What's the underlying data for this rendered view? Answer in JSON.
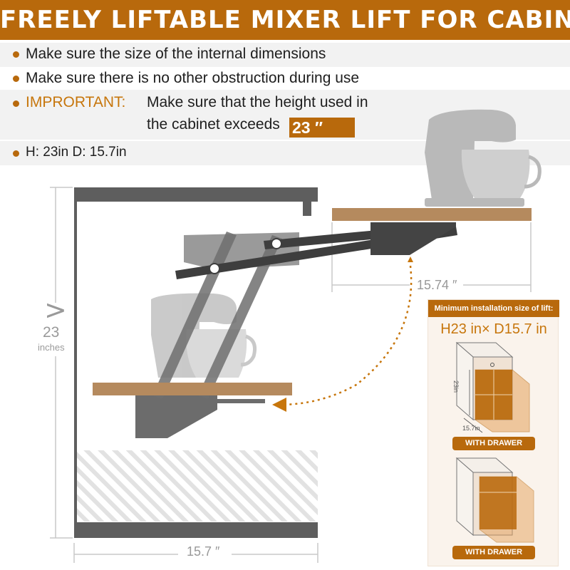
{
  "header": {
    "title": "FREELY LIFTABLE MIXER LIFT FOR CABINET"
  },
  "info": {
    "line1": "Make sure the size of the internal dimensions",
    "line2": "Make sure there is no other obstruction during use",
    "important_label": "IMPRORTANT:",
    "important_line1": "Make sure that the height used in",
    "important_line2": "the cabinet exceeds",
    "important_value": "23 ″",
    "dimensions": "H: 23in    D: 15.7in"
  },
  "diagram": {
    "height_symbol": ">",
    "height_value": "23",
    "height_unit": "inches",
    "width_label": "15.7 ″",
    "extension_label": "15.74 ″"
  },
  "spec_card": {
    "title": "Minimum installation size of lift:",
    "size": "H23 in× D15.7 in",
    "h_mini": "23in",
    "d_mini": "15.7in",
    "drawer_label_1": "WITH DRAWER",
    "drawer_label_2": "WITH DRAWER"
  },
  "colors": {
    "brand": "#b8690c",
    "accent_text": "#c7760c",
    "frame": "#5e5e5e",
    "wood": "#b58a5e",
    "mixer": "#b9b9b9",
    "mechanism": "#444444"
  }
}
